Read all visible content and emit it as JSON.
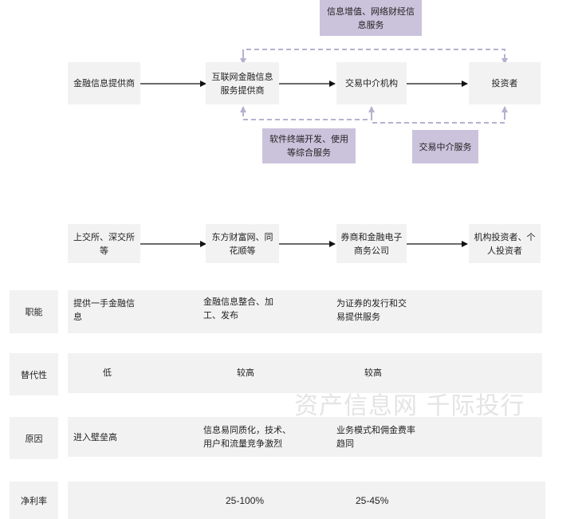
{
  "top_diagram": {
    "boxes": {
      "provider": "金融信息提供商",
      "internet": "互联网金融信息\n服务提供商",
      "intermediary": "交易中介机构",
      "investor": "投资者"
    },
    "labels": {
      "value_added": "信息增值、网络财经信\n息服务",
      "software": "软件终端开发、使用\n等综合服务",
      "trade_service": "交易中介服务"
    }
  },
  "chain": {
    "boxes": [
      "上交所、深交所\n等",
      "东方财富网、同\n花顺等",
      "券商和金融电子\n商务公司",
      "机构投资者、个\n人投资者"
    ]
  },
  "table": {
    "rows": [
      {
        "label": "职能",
        "cells": [
          "提供一手金融信\n息",
          "金融信息整合、加\n工、发布",
          "为证券的发行和交\n易提供服务"
        ]
      },
      {
        "label": "替代性",
        "cells": [
          "低",
          "较高",
          "较高"
        ]
      },
      {
        "label": "原因",
        "cells": [
          "进入壁垒高",
          "信息易同质化，技术、\n用户和流量竞争激烈",
          "业务模式和佣金费率\n趋同"
        ]
      },
      {
        "label": "净利率",
        "cells": [
          "",
          "25-100%",
          "25-45%"
        ]
      }
    ]
  },
  "watermark": "资产信息网 千际投行",
  "colors": {
    "box": "#f2f2f2",
    "purple": "#cbc3dc",
    "dashed": "#b8b0d0"
  }
}
